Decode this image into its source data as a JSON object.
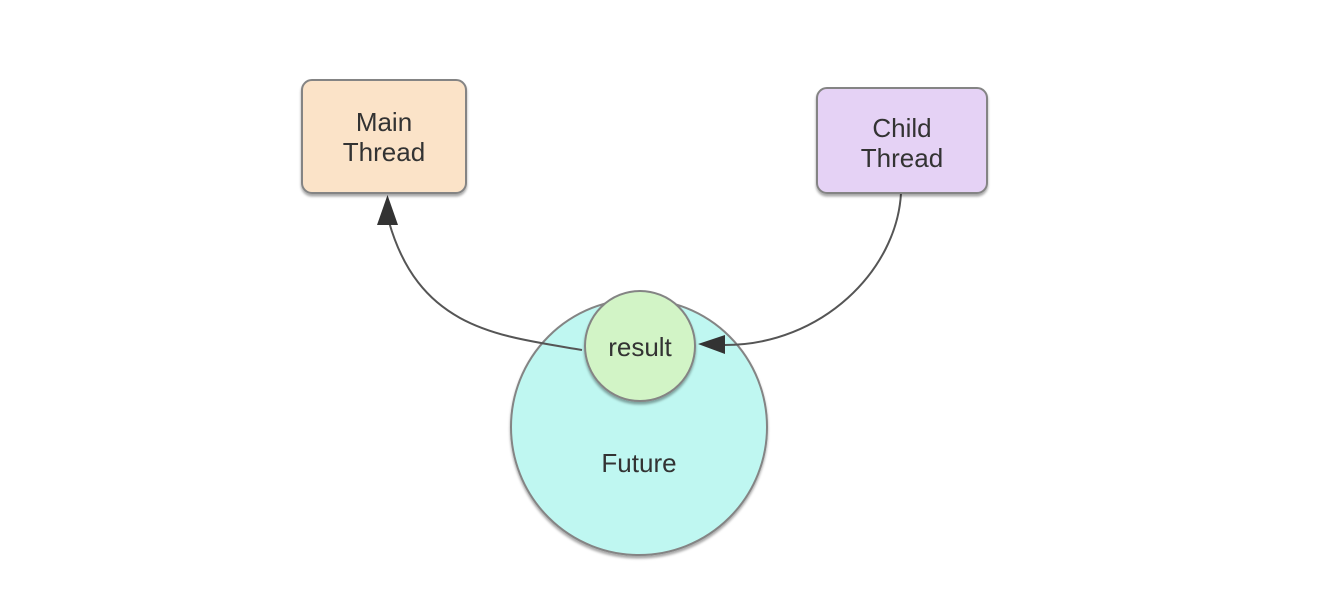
{
  "colors": {
    "background": "#ffffff",
    "text": "#333333",
    "edge_line": "#555555",
    "arrowhead": "#333333",
    "node_border": "#848484"
  },
  "nodes": {
    "main_thread": {
      "label": "Main Thread",
      "lines": [
        "Main",
        "Thread"
      ],
      "fill": "#fbe3c8"
    },
    "child_thread": {
      "label": "Child Thread",
      "lines": [
        "Child",
        "Thread"
      ],
      "fill": "#e5d2f5"
    },
    "future": {
      "label": "Future",
      "fill": "#bff7f1"
    },
    "result": {
      "label": "result",
      "fill": "#d2f4c6"
    }
  },
  "edges": [
    {
      "from": "result",
      "to": "main_thread"
    },
    {
      "from": "child_thread",
      "to": "result"
    }
  ]
}
